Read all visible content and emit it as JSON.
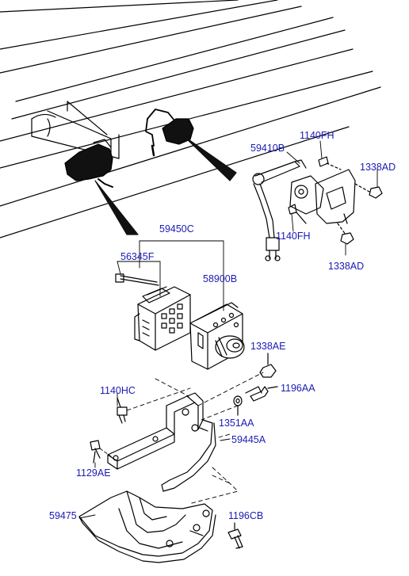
{
  "diagram": {
    "label_color": "#1a1ab5",
    "line_color": "#000000",
    "parts": {
      "p59410B": "59410B",
      "p1140FH_top": "1140FH",
      "p1338AD_top": "1338AD",
      "p1140FH_mid": "1140FH",
      "p1338AD_bottom": "1338AD",
      "p59450C": "59450C",
      "p56345F": "56345F",
      "p58900B": "58900B",
      "p1338AE": "1338AE",
      "p1196AA": "1196AA",
      "p1140HC": "1140HC",
      "p1351AA": "1351AA",
      "p59445A": "59445A",
      "p1129AE": "1129AE",
      "p59475": "59475",
      "p1196CB": "1196CB"
    }
  }
}
